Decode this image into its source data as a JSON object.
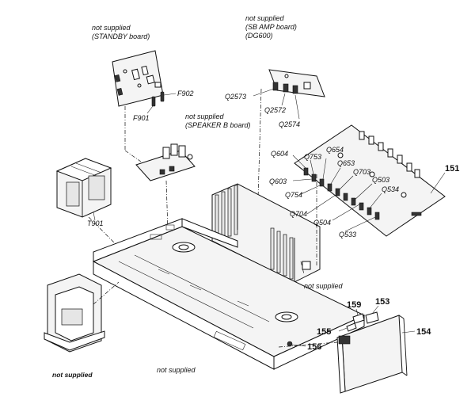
{
  "labels": {
    "standby_board": [
      "not supplied",
      "(STANDBY board)"
    ],
    "sb_amp_board": [
      "not supplied",
      "(SB AMP board)",
      "(DG600)"
    ],
    "speaker_b_board": [
      "not supplied",
      "(SPEAKER B board)"
    ],
    "not_supplied_heatsink": "not supplied",
    "not_supplied_chassis": "not supplied",
    "not_supplied_bracket": "not supplied",
    "f902": "F902",
    "f901": "F901",
    "q2573": "Q2573",
    "q2572": "Q2572",
    "q2574": "Q2574",
    "q604": "Q604",
    "q753": "Q753",
    "q654": "Q654",
    "q653": "Q653",
    "q603": "Q603",
    "q703": "Q703",
    "q754": "Q754",
    "q503": "Q503",
    "q534": "Q534",
    "q704": "Q704",
    "q504": "Q504",
    "q533": "Q533",
    "t901": "T901",
    "p151": "151",
    "p153": "153",
    "p154": "154",
    "p155": "155",
    "p156": "156",
    "p159": "159"
  }
}
